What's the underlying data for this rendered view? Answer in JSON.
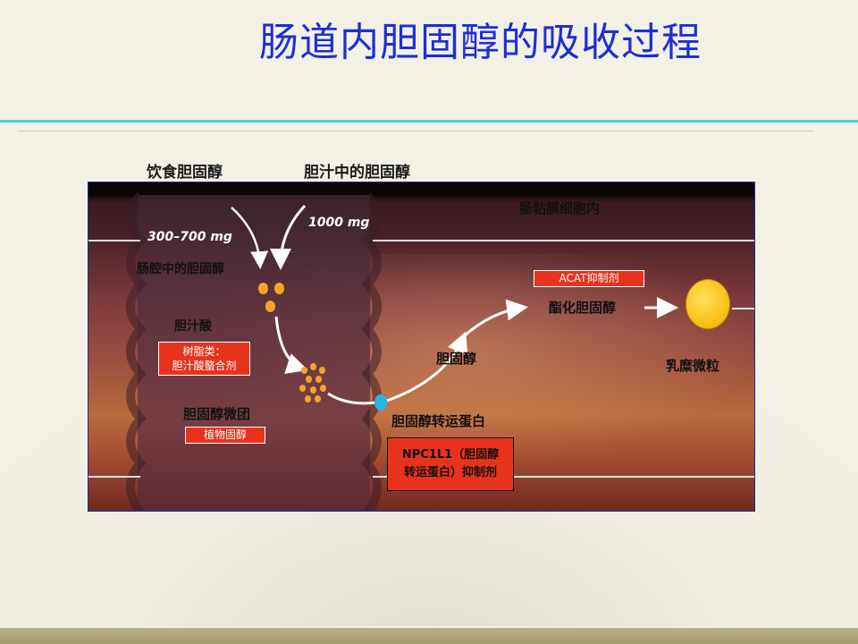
{
  "title": "肠道内胆固醇的吸收过程",
  "top_labels": {
    "dietary": "饮食胆固醇",
    "biliary": "胆汁中的胆固醇"
  },
  "diagram": {
    "mucosa_label": "肠粘膜细胞内",
    "dose_dietary": "300–700 mg",
    "dose_biliary": "1000 mg",
    "lumen_cholesterol": "肠腔中的胆固醇",
    "bile_acid": "胆汁酸",
    "resin_box": {
      "line1": "树脂类：",
      "line2": "胆汁酸螯合剂"
    },
    "micelle": "胆固醇微团",
    "plant_sterol_box": "植物固醇",
    "transporter_label": "胆固醇转运蛋白",
    "npc_box": {
      "line1": "NPC1L1（胆固醇",
      "line2": "转运蛋白）抑制剂"
    },
    "cholesterol": "胆固醇",
    "acat_box": "ACAT抑制剂",
    "esterified": "酯化胆固醇",
    "chylomicron": "乳糜微粒"
  },
  "colors": {
    "title": "#1c2fd6",
    "inhibitor_box": "#e8331c",
    "cholesterol_dot": "#f4a623",
    "chylomicron": "#f8c21a",
    "transporter": "#29b4e6"
  }
}
